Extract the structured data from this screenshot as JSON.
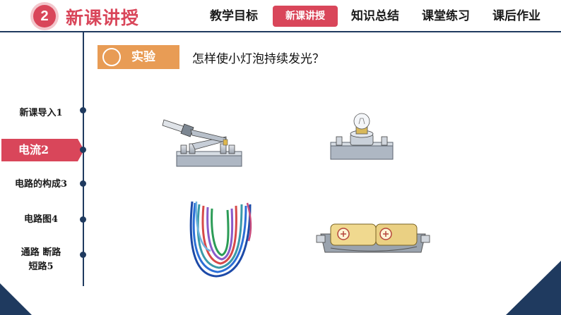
{
  "header": {
    "section_number": "2",
    "section_title": "新课讲授",
    "nav": [
      {
        "label": "教学目标",
        "active": false
      },
      {
        "label": "新课讲授",
        "active": true
      },
      {
        "label": "知识总结",
        "active": false
      },
      {
        "label": "课堂练习",
        "active": false
      },
      {
        "label": "课后作业",
        "active": false
      }
    ]
  },
  "sidebar": {
    "items": [
      {
        "label": "新课导入1"
      },
      {
        "label": "电流2"
      },
      {
        "label": "电路的构成3"
      },
      {
        "label": "电路图4"
      },
      {
        "label": "通路  断路"
      },
      {
        "label": "短路5"
      }
    ]
  },
  "main": {
    "experiment_label": "实验",
    "question": "怎样使小灯泡持续发光？"
  },
  "colors": {
    "accent": "#d9465a",
    "navy": "#1f3a5f",
    "orange": "#e89c55"
  }
}
